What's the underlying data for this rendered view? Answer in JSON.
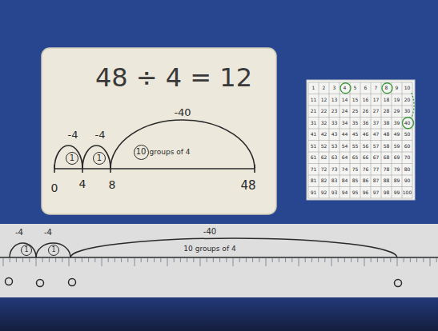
{
  "diagram": {
    "title": "48 ÷ 4 = 12",
    "nodes": [
      {
        "text": [
          "1"
        ]
      },
      {
        "text": [
          "1"
        ]
      },
      {
        "text": [
          "10"
        ]
      },
      {
        "text": [
          "1"
        ]
      },
      {
        "text": [
          "1"
        ]
      }
    ],
    "labels": [
      "-4",
      "-4",
      "-40",
      "groups of 4",
      "0",
      "4",
      "8",
      "48",
      "-4",
      "-4",
      "-40",
      "10 groups of 4",
      "1",
      "2",
      "3",
      "4",
      "5",
      "6",
      "7",
      "8",
      "9",
      "10",
      "11",
      "12",
      "13",
      "14",
      "15",
      "16",
      "17",
      "18",
      "19",
      "20",
      "21",
      "22",
      "23",
      "24",
      "25",
      "26",
      "27",
      "28",
      "29",
      "30",
      "31",
      "32",
      "33",
      "34",
      "35",
      "36",
      "37",
      "38",
      "39",
      "40",
      "41",
      "42",
      "43",
      "44",
      "45",
      "46",
      "47",
      "48",
      "49",
      "50",
      "51",
      "52",
      "53",
      "54",
      "55",
      "56",
      "57",
      "58",
      "59",
      "60",
      "61",
      "62",
      "63",
      "64",
      "65",
      "66",
      "67",
      "68",
      "69",
      "70",
      "71",
      "72",
      "73",
      "74",
      "75",
      "76",
      "77",
      "78",
      "79",
      "80",
      "81",
      "82",
      "83",
      "84",
      "85",
      "86",
      "87",
      "88",
      "89",
      "90",
      "91",
      "92",
      "93",
      "94",
      "95",
      "96",
      "97",
      "98",
      "99",
      "100"
    ]
  }
}
